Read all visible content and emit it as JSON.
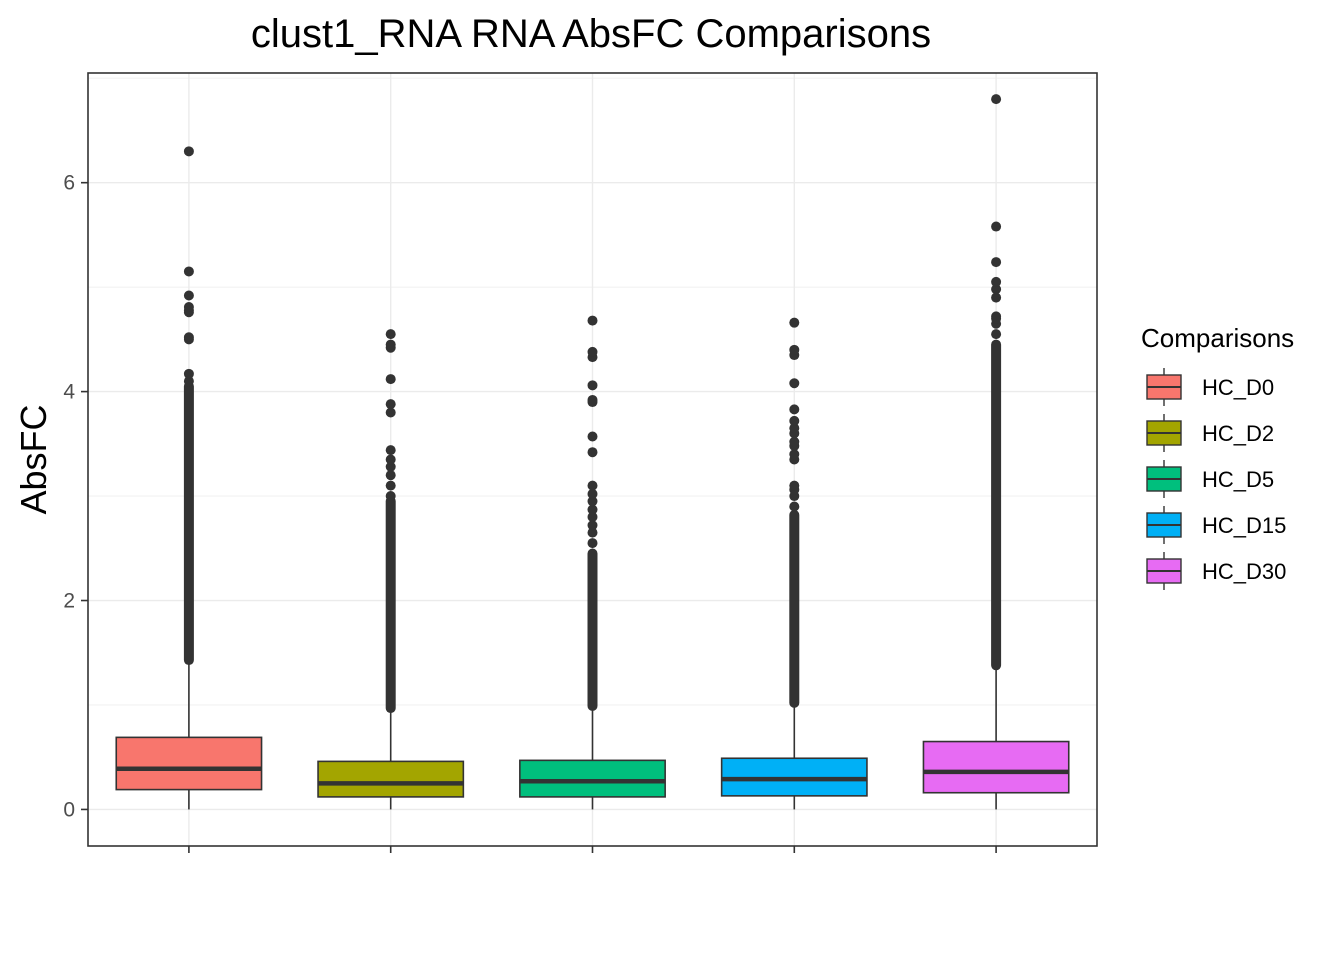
{
  "chart_data": {
    "type": "boxplot",
    "title": "clust1_RNA RNA AbsFC Comparisons",
    "xlabel": "",
    "ylabel": "AbsFC",
    "ylim": [
      -0.35,
      7.05
    ],
    "yticks": [
      0,
      2,
      4,
      6
    ],
    "grid": true,
    "legend_title": "Comparisons",
    "legend_position": "right",
    "series": [
      {
        "name": "HC_D0",
        "color": "#F8766D",
        "whisker_low": 0.0,
        "q1": 0.19,
        "median": 0.39,
        "q3": 0.69,
        "whisker_high": 1.43,
        "outliers_dense_range": [
          1.43,
          4.05
        ],
        "outliers": [
          4.1,
          4.17,
          4.5,
          4.52,
          4.76,
          4.78,
          4.81,
          4.92,
          5.15,
          6.3
        ]
      },
      {
        "name": "HC_D2",
        "color": "#A3A500",
        "whisker_low": 0.0,
        "q1": 0.12,
        "median": 0.25,
        "q3": 0.46,
        "whisker_high": 0.97,
        "outliers_dense_range": [
          0.97,
          2.95
        ],
        "outliers": [
          3.0,
          3.1,
          3.2,
          3.28,
          3.35,
          3.44,
          3.8,
          3.88,
          4.12,
          4.42,
          4.45,
          4.55
        ]
      },
      {
        "name": "HC_D5",
        "color": "#00BF7D",
        "whisker_low": 0.0,
        "q1": 0.12,
        "median": 0.27,
        "q3": 0.47,
        "whisker_high": 0.99,
        "outliers_dense_range": [
          0.99,
          2.45
        ],
        "outliers": [
          2.55,
          2.65,
          2.72,
          2.8,
          2.87,
          2.95,
          3.02,
          3.1,
          3.42,
          3.57,
          3.9,
          3.92,
          4.06,
          4.33,
          4.38,
          4.68
        ]
      },
      {
        "name": "HC_D15",
        "color": "#00B0F6",
        "whisker_low": 0.0,
        "q1": 0.13,
        "median": 0.29,
        "q3": 0.49,
        "whisker_high": 1.02,
        "outliers_dense_range": [
          1.02,
          2.82
        ],
        "outliers": [
          2.9,
          3.0,
          3.06,
          3.1,
          3.35,
          3.4,
          3.48,
          3.52,
          3.6,
          3.65,
          3.72,
          3.83,
          4.08,
          4.35,
          4.4,
          4.66
        ]
      },
      {
        "name": "HC_D30",
        "color": "#E76BF3",
        "whisker_low": 0.0,
        "q1": 0.16,
        "median": 0.36,
        "q3": 0.65,
        "whisker_high": 1.38,
        "outliers_dense_range": [
          1.38,
          4.45
        ],
        "outliers": [
          4.55,
          4.65,
          4.7,
          4.72,
          4.9,
          4.98,
          5.05,
          5.24,
          5.58,
          6.8
        ]
      }
    ]
  }
}
